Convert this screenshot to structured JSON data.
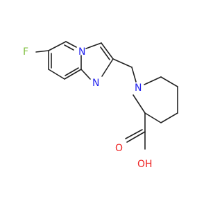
{
  "molecule": {
    "colors": {
      "bond": "#222222",
      "fluorine": "#7fbf3f",
      "nitrogen": "#2222ee",
      "oxygen": "#ee2222",
      "carbon": "#222222"
    },
    "atoms": {
      "F": "F",
      "N1": "N",
      "N2": "N",
      "N3": "N",
      "O": "O",
      "OH": "OH"
    }
  }
}
